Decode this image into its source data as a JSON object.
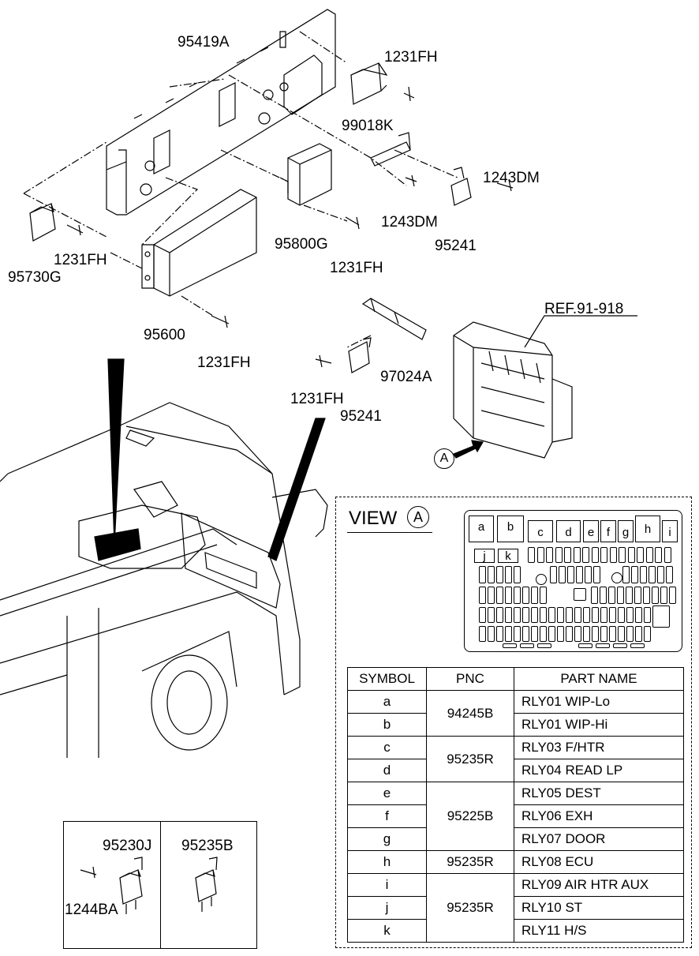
{
  "callouts": {
    "p95419A": "95419A",
    "p1231FH_a": "1231FH",
    "p99018K": "99018K",
    "p1243DM_a": "1243DM",
    "p1243DM_b": "1243DM",
    "p95241_a": "95241",
    "p95800G": "95800G",
    "p1231FH_b": "1231FH",
    "p1231FH_c": "1231FH",
    "p95730G": "95730G",
    "p95600": "95600",
    "p1231FH_d": "1231FH",
    "pREF": "REF.91-918",
    "p1231FH_e": "1231FH",
    "p97024A": "97024A",
    "p95241_b": "95241",
    "pA": "A",
    "p95230J": "95230J",
    "p95235B": "95235B",
    "p1244BA": "1244BA"
  },
  "view": {
    "title": "VIEW",
    "marker": "A",
    "slots_top": [
      "a",
      "b",
      "c",
      "d",
      "e",
      "f",
      "g",
      "h",
      "i"
    ],
    "slots_second": [
      "j",
      "k"
    ]
  },
  "table": {
    "headers": {
      "symbol": "SYMBOL",
      "pnc": "PNC",
      "part_name": "PART NAME"
    },
    "rows": [
      {
        "symbol": "a",
        "part_name": "RLY01 WIP-Lo"
      },
      {
        "symbol": "b",
        "part_name": "RLY01 WIP-Hi"
      },
      {
        "symbol": "c",
        "part_name": "RLY03 F/HTR"
      },
      {
        "symbol": "d",
        "part_name": "RLY04 READ LP"
      },
      {
        "symbol": "e",
        "part_name": "RLY05 DEST"
      },
      {
        "symbol": "f",
        "part_name": "RLY06 EXH"
      },
      {
        "symbol": "g",
        "part_name": "RLY07 DOOR"
      },
      {
        "symbol": "h",
        "part_name": "RLY08 ECU"
      },
      {
        "symbol": "i",
        "part_name": "RLY09 AIR HTR AUX"
      },
      {
        "symbol": "j",
        "part_name": "RLY10 ST"
      },
      {
        "symbol": "k",
        "part_name": "RLY11 H/S"
      }
    ],
    "pnc_groups": [
      "94245B",
      "95235R",
      "95225B",
      "95235R",
      "95235R"
    ]
  }
}
